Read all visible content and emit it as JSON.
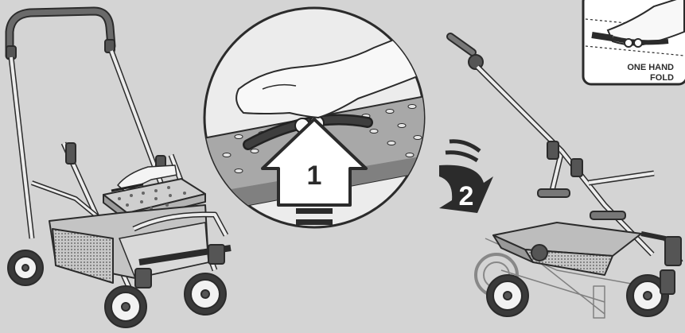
{
  "inset": {
    "line1": "ONE HAND",
    "line2": "FOLD"
  },
  "steps": {
    "push": "1",
    "rotate": "2"
  },
  "colors": {
    "background": "#d4d4d4",
    "ink": "#2b2b2b",
    "frame": "#e9e9e9",
    "dark": "#4a4a4a"
  }
}
